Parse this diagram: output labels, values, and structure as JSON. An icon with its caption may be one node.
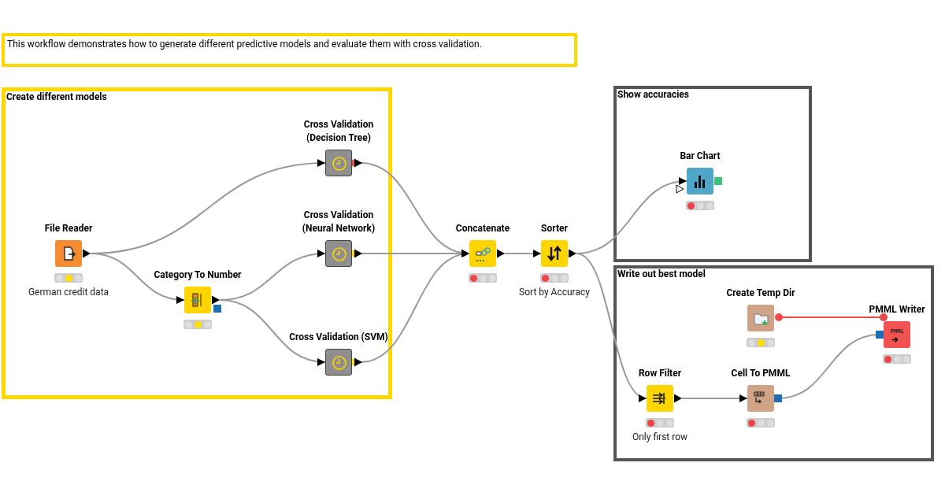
{
  "diagram": {
    "nodes": [
      {
        "text": [
          "This workflow demonstrates how to generate different predictive models and evaluate them with cross validation."
        ]
      },
      {
        "text": [
          "Create different models"
        ]
      },
      {
        "text": [
          "File Reader"
        ],
        "beside": [
          "German credit data"
        ],
        "in": 1
      },
      {
        "text": [
          "Category To Number"
        ],
        "in": 1
      },
      {
        "text": [
          "Cross Validation (Decision Tree)"
        ],
        "in": 1
      },
      {
        "text": [
          "Cross Validation (Neural Network)"
        ],
        "in": 1
      },
      {
        "text": [
          "Cross Validation (SVM)"
        ],
        "in": 1
      },
      {
        "text": [
          "Concatenate"
        ]
      },
      {
        "text": [
          "Sorter"
        ],
        "beside": [
          "Sort by Accuracy"
        ]
      },
      {
        "text": [
          "Show accuracies"
        ]
      },
      {
        "text": [
          "Bar Chart"
        ],
        "in": 9
      },
      {
        "text": [
          "Write out best model"
        ]
      },
      {
        "text": [
          "Create Temp Dir"
        ],
        "in": 11
      },
      {
        "text": [
          "PMML Writer"
        ],
        "in": 11
      },
      {
        "text": [
          "Row Filter"
        ],
        "beside": [
          "Only first row"
        ],
        "in": 11
      },
      {
        "text": [
          "Cell To PMML"
        ],
        "in": 11
      }
    ],
    "edges": [
      {
        "from": 2,
        "to": 4,
        "arrow": "to"
      },
      {
        "from": 2,
        "to": 3,
        "arrow": "to"
      },
      {
        "from": 3,
        "to": 5,
        "arrow": "to"
      },
      {
        "from": 3,
        "to": 6,
        "arrow": "to"
      },
      {
        "from": 4,
        "to": 7,
        "arrow": "to"
      },
      {
        "from": 5,
        "to": 7,
        "arrow": "to"
      },
      {
        "from": 6,
        "to": 7,
        "arrow": "to"
      },
      {
        "from": 7,
        "to": 8,
        "arrow": "to"
      },
      {
        "from": 8,
        "to": 10,
        "arrow": "to"
      },
      {
        "from": 8,
        "to": 14,
        "arrow": "to"
      },
      {
        "from": 14,
        "to": 15,
        "arrow": "to"
      },
      {
        "from": 15,
        "to": 13,
        "arrow": "other"
      },
      {
        "from": 12,
        "to": 13,
        "arrow": "other",
        "color": "#f04848"
      }
    ],
    "labels": [
      "PMML"
    ]
  }
}
